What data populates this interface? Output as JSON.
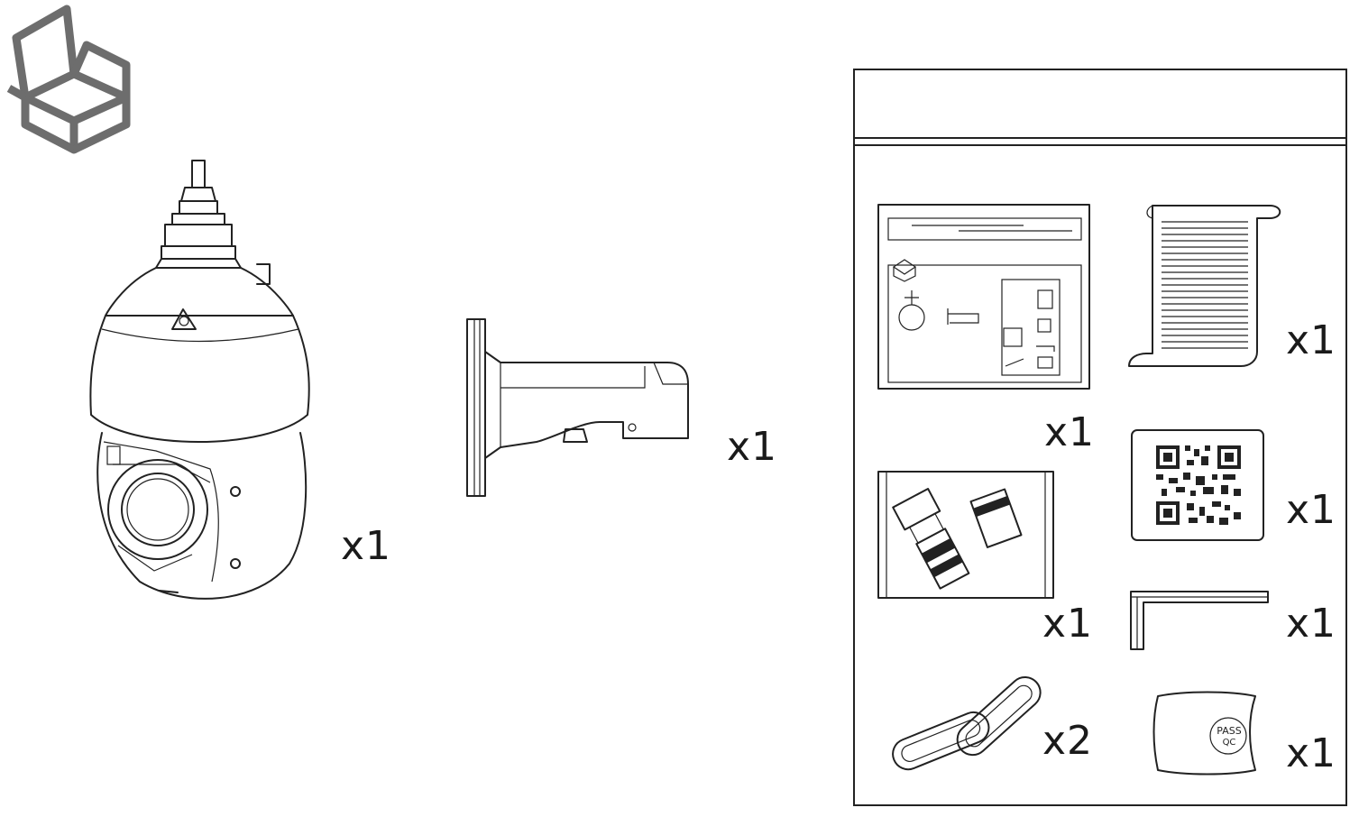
{
  "items": [
    {
      "name": "camera",
      "qty": "x1"
    },
    {
      "name": "wall-mount-bracket",
      "qty": "x1"
    },
    {
      "name": "quick-guide-package",
      "qty": "x1"
    },
    {
      "name": "documentation-sheet",
      "qty": "x1"
    },
    {
      "name": "waterproof-connector-kit",
      "qty": "x1"
    },
    {
      "name": "qr-code-card",
      "qty": "x1"
    },
    {
      "name": "allen-key",
      "qty": "x1"
    },
    {
      "name": "safety-clips",
      "qty": "x2"
    },
    {
      "name": "pass-qc-label",
      "qty": "x1"
    }
  ],
  "pass_label": {
    "line1": "PASS",
    "line2": "QC"
  },
  "colors": {
    "line": "#222222",
    "box_icon": "#6d6d6d",
    "background": "#ffffff"
  }
}
